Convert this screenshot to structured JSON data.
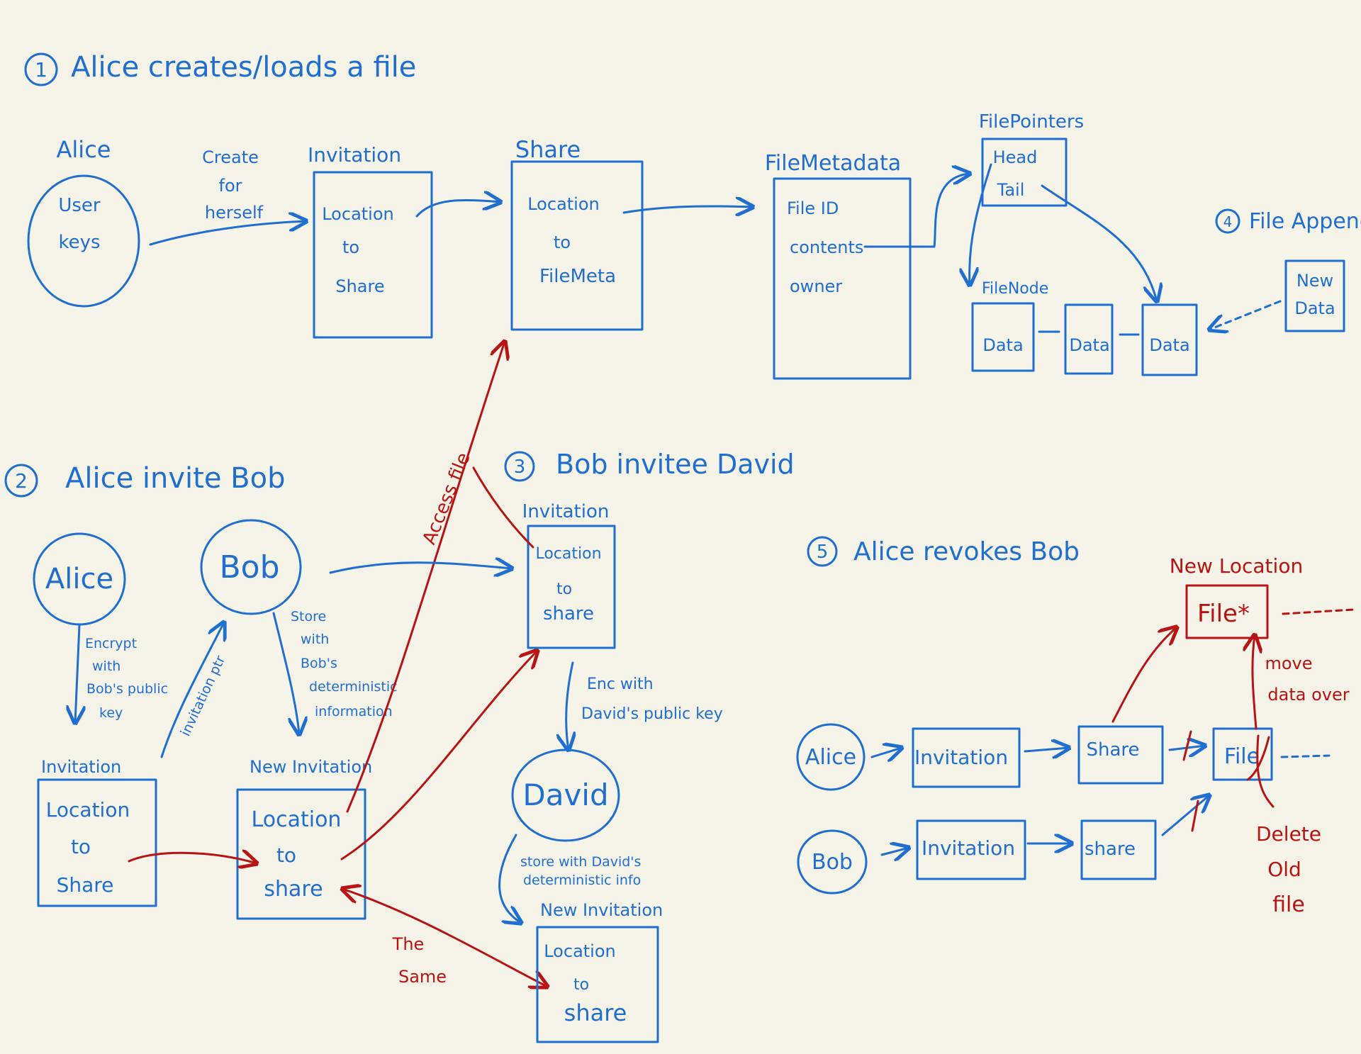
{
  "sections": {
    "s1": {
      "num": "1",
      "title": "Alice creates/loads a file"
    },
    "s2": {
      "num": "2",
      "title": "Alice invite Bob"
    },
    "s3": {
      "num": "3",
      "title": "Bob invitee David"
    },
    "s4": {
      "num": "4",
      "title": "File Append"
    },
    "s5": {
      "num": "5",
      "title": "Alice revokes Bob"
    }
  },
  "s1": {
    "alice_label": "Alice",
    "alice_keys": [
      "User",
      "keys"
    ],
    "create_label": [
      "Create",
      "for",
      "herself"
    ],
    "invitation_title": "Invitation",
    "invitation_body": [
      "Location",
      "to",
      "Share"
    ],
    "share_title": "Share",
    "share_body": [
      "Location",
      "to",
      "FileMeta"
    ],
    "filemeta_title": "FileMetadata",
    "filemeta_fields": [
      "File ID",
      "contents",
      "owner"
    ],
    "fileptr_title": "FilePointers",
    "fileptr_fields": [
      "Head",
      "Tail"
    ],
    "filenode_title": "FileNode",
    "nodes": [
      "Data",
      "Data",
      "Data"
    ],
    "new_data": [
      "New",
      "Data"
    ]
  },
  "s2": {
    "alice": "Alice",
    "bob": "Bob",
    "encrypt_note": [
      "Encrypt",
      "with",
      "Bob's public",
      "key"
    ],
    "invitation_ptr": "invitation ptr",
    "store_note": [
      "Store",
      "with",
      "Bob's",
      "deterministic",
      "information"
    ],
    "invitation_title": "Invitation",
    "invitation_body": [
      "Location",
      "to",
      "Share"
    ],
    "new_invitation_title": "New Invitation",
    "new_invitation_body": [
      "Location",
      "to",
      "share"
    ],
    "access_file": "Access file",
    "the_same": [
      "The",
      "Same"
    ]
  },
  "s3": {
    "invitation_title": "Invitation",
    "invitation_body": [
      "Location",
      "to",
      "share"
    ],
    "enc_note": [
      "Enc with",
      "David's public key"
    ],
    "david": "David",
    "store_note": [
      "store with David's",
      "deterministic info"
    ],
    "new_invitation_title": "New Invitation",
    "new_invitation_body": [
      "Location",
      "to",
      "share"
    ]
  },
  "s5": {
    "alice": "Alice",
    "bob": "Bob",
    "invitation": "Invitation",
    "share": "Share",
    "share_bob": "share",
    "file": "File",
    "new_location": "New Location",
    "file_star": "File*",
    "move_note": [
      "move",
      "data over"
    ],
    "delete_note": [
      "Delete",
      "Old",
      "file"
    ]
  },
  "colors": {
    "ink_blue": "#1e6fd0",
    "ink_red": "#b81414",
    "paper": "#f6f3e9"
  }
}
